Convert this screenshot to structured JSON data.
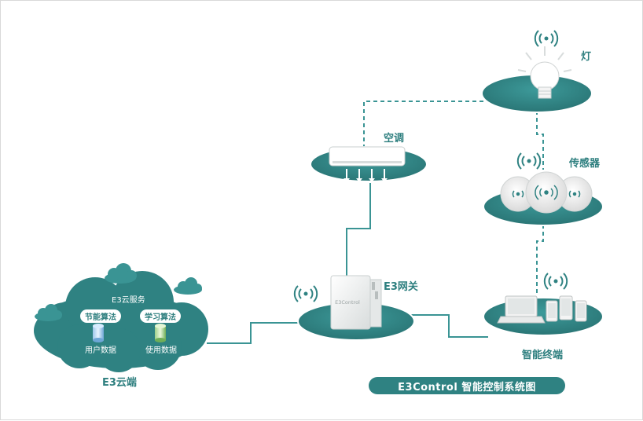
{
  "diagram": {
    "title": "E3Control 智能控制系统图",
    "nodes": {
      "light": "灯",
      "aircon": "空调",
      "sensor": "传感器",
      "gateway": "E3网关",
      "gateway_device_text": "E3Control",
      "terminal": "智能终端",
      "cloud": "E3云端"
    },
    "cloud": {
      "service": "E3云服务",
      "energy_algo": "节能算法",
      "learn_algo": "学习算法",
      "user_data": "用户数据",
      "usage_data": "使用数据"
    },
    "colors": {
      "teal": "#2f8282",
      "teal_light": "#3a9494",
      "teal_text": "#2e7f7f",
      "white": "#ffffff"
    },
    "icons": [
      "wifi-icon",
      "bulb-icon",
      "aircon-icon",
      "sensor-icon",
      "gateway-box-icon",
      "laptop-icon",
      "phone-icon",
      "database-icon",
      "cloud-icon"
    ]
  }
}
